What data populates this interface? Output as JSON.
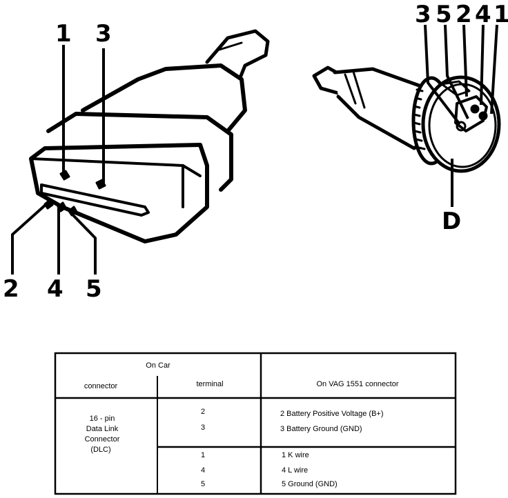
{
  "left_connector": {
    "callouts": [
      "1",
      "3",
      "2",
      "4",
      "5"
    ]
  },
  "right_connector": {
    "callouts": [
      "3",
      "5",
      "2",
      "4",
      "1"
    ],
    "label_d": "D"
  },
  "table": {
    "header_on_car": "On Car",
    "header_connector": "connector",
    "header_terminal": "terminal",
    "header_vag": "On VAG 1551 connector",
    "connector_lines": [
      "16 - pin",
      "Data Link",
      "Connector",
      "(DLC)"
    ],
    "group1": {
      "terminals": [
        "2",
        "3"
      ],
      "descriptions": [
        "2  Battery Positive Voltage (B+)",
        "3  Battery Ground (GND)"
      ]
    },
    "group2": {
      "terminals": [
        "1",
        "4",
        "5"
      ],
      "descriptions": [
        "1  K wire",
        "4  L wire",
        "5  Ground  (GND)"
      ]
    }
  }
}
